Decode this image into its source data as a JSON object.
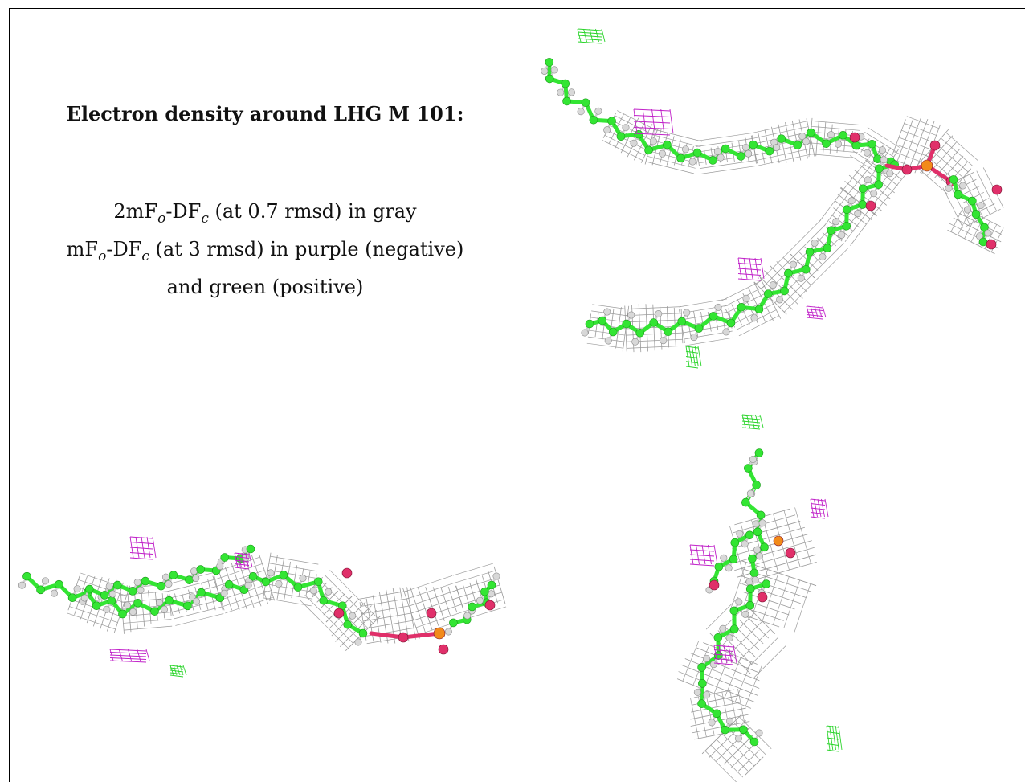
{
  "title": "Electron density around LHG M 101:",
  "legend": {
    "line1": {
      "a": "2mF",
      "a_sub": "o",
      "b": "-DF",
      "b_sub": "c",
      "c": " (at 0.7 rmsd) in gray"
    },
    "line2": {
      "a": "mF",
      "a_sub": "o",
      "b": "-DF",
      "b_sub": "c",
      "c": " (at 3 rmsd) in purple (negative)"
    },
    "line3": "and green (positive)"
  },
  "colors": {
    "mesh_gray": "#9a9a9a",
    "bond_green": "#33e533",
    "atom_gray": "#d8d8d8",
    "oxygen": "#e0306a",
    "phosphorus": "#f28a1a",
    "neg_density": "#c020c8",
    "pos_density": "#2bd42b"
  }
}
